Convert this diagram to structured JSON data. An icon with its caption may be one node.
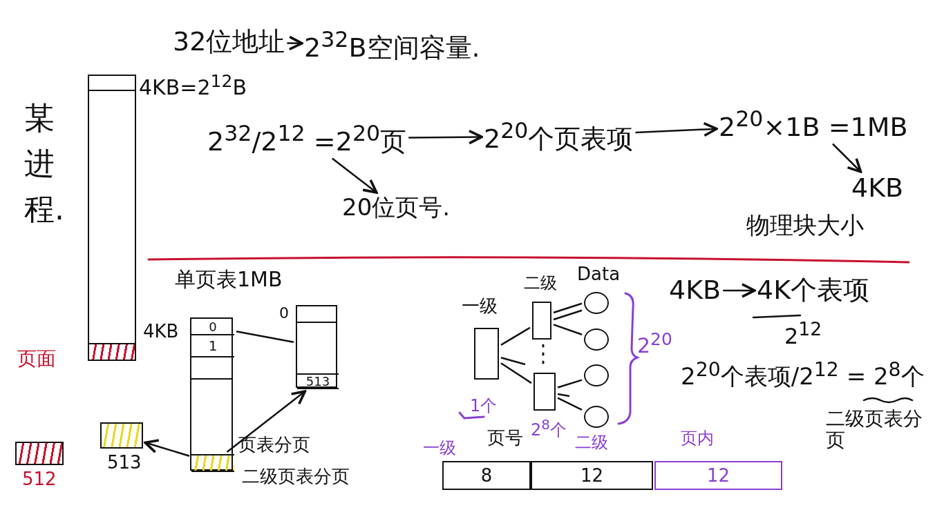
{
  "diagram": {
    "nodes": [
      {
        "text": [
          "32位地址"
        ]
      },
      {
        "text": [
          "2$^{32}$B空间容量."
        ]
      },
      {
        "text": [
          "某进程."
        ],
        "beside": [
          "4KB=2$^{12}$B"
        ]
      },
      {
        "text": [
          "2$^{32}$/2$^{12}$ =2$^{20}$页"
        ]
      },
      {
        "text": [
          "20位页号."
        ]
      },
      {
        "text": [
          "2$^{20}$个页表项"
        ]
      },
      {
        "text": [
          "2$^{20}$×1B =1MB"
        ]
      },
      {
        "text": [
          "4KB"
        ]
      },
      {
        "text": [],
        "shape": "box",
        "beside": [
          "512"
        ]
      },
      {
        "text": [],
        "shape": "box",
        "beside": [
          "513"
        ]
      },
      {
        "text": [
          "单页表1MB"
        ],
        "beside": [
          "4KB"
        ]
      },
      {
        "text": [
          "0"
        ],
        "in": 10
      },
      {
        "text": [
          "1"
        ],
        "in": 10
      },
      {
        "text": [],
        "shape": "box",
        "in": 10
      },
      {
        "text": [],
        "shape": "box"
      },
      {
        "text": [
          "513"
        ],
        "in": 14
      },
      {
        "text": [
          "一级"
        ],
        "beside": [
          "1个"
        ]
      },
      {
        "text": [
          "二级"
        ]
      },
      {
        "text": [],
        "shape": "box"
      },
      {
        "text": [],
        "shape": "circle"
      },
      {
        "text": [],
        "shape": "circle"
      },
      {
        "text": [],
        "shape": "circle"
      },
      {
        "text": [],
        "shape": "circle"
      },
      {
        "text": [
          "8"
        ]
      },
      {
        "text": [
          "12"
        ]
      },
      {
        "text": [
          "12"
        ]
      },
      {
        "text": [
          "4KB"
        ]
      },
      {
        "text": [
          "4K个表项"
        ]
      }
    ],
    "edges": [
      {
        "from": 0,
        "to": 1,
        "arrow": "to"
      },
      {
        "from": 3,
        "to": 4,
        "arrow": "to"
      },
      {
        "from": 3,
        "to": 5,
        "arrow": "to"
      },
      {
        "from": 5,
        "to": 6,
        "arrow": "to"
      },
      {
        "from": 6,
        "to": 7,
        "arrow": "to"
      },
      {
        "from": 26,
        "to": 27,
        "arrow": "to"
      },
      {
        "from": 11,
        "to": 14,
        "arrow": "none"
      },
      {
        "from": 13,
        "to": 15,
        "arrow": "to"
      },
      {
        "from": 13,
        "to": 9,
        "arrow": "to"
      },
      {
        "from": 16,
        "to": 17,
        "arrow": "none"
      },
      {
        "from": 16,
        "to": null,
        "arrow": "none"
      },
      {
        "from": 16,
        "to": 18,
        "arrow": "none"
      },
      {
        "from": 17,
        "to": 19,
        "arrow": "none"
      },
      {
        "from": 17,
        "to": 19,
        "arrow": "none"
      },
      {
        "from": 17,
        "to": 20,
        "arrow": "none"
      },
      {
        "from": 18,
        "to": 21,
        "arrow": "none"
      },
      {
        "from": 18,
        "to": null,
        "arrow": "none"
      },
      {
        "from": 18,
        "to": 22,
        "arrow": "none"
      }
    ],
    "labels": [
      "物理块大小",
      "页面",
      "0",
      "页表分页",
      "二级页表分页",
      "Data",
      "2$^{20}$",
      "一级",
      "页号",
      "2$^{8}$个",
      "二级",
      "页内",
      "2$^{12}$",
      "2$^{20}$个表项/2$^{12}$ = 2$^{8}$个",
      "二级页表分页"
    ]
  }
}
